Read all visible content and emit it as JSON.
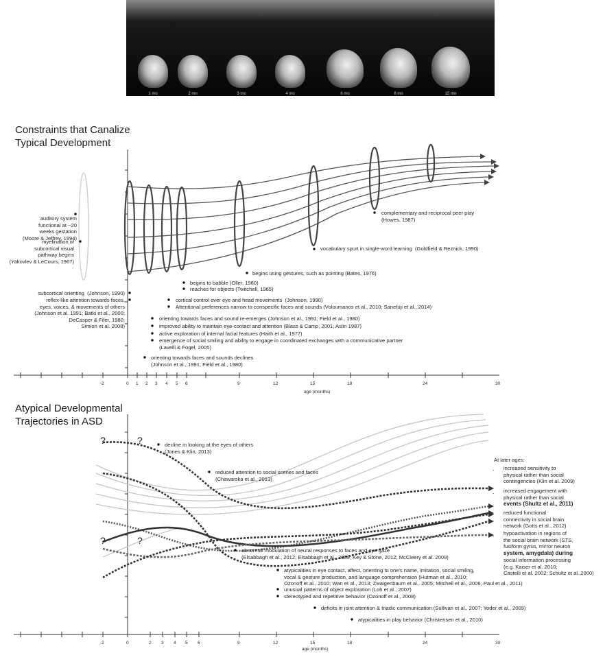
{
  "mri": {
    "labels": [
      "1 mo",
      "2 mo",
      "3 mo",
      "4 mo",
      "6 mo",
      "8 mo",
      "15 mo"
    ]
  },
  "top": {
    "title_line1": "Constraints that Canalize",
    "title_line2": "Typical Development",
    "axis_title": "age (months)",
    "ticks": [
      "-2",
      "0",
      "1",
      "2",
      "3",
      "4",
      "5",
      "6",
      "9",
      "12",
      "15",
      "18",
      "24",
      "30"
    ],
    "notes": {
      "auditory": "auditory system\nfunctional at ~20\nweeks gestation\n(Moore & Jeffrey, 1994)",
      "myelination": "myelination of\nsubcortical visual\npathway begins\n(Yakovlev & LeCours, 1967)",
      "subcortical": "subcortical orienting  (Johnson, 1990)",
      "reflex": "reflex-like attention towards faces,\neyes, voices, & movements of others\n(Johnson et al. 1991; Batki et al., 2000;\nDeCasper & Fifer, 1980;\nSimion et al. 2008)",
      "peer_play": "complementary and reciprocal peer play\n(Howes, 1987)",
      "vocab": "vocabulary spurt in single-word learning  (Goldfield & Reznick, 1990)",
      "gestures": "begins using gestures, such as pointing (Bates, 1976)",
      "babble": "begins to babble (Oller, 1980)",
      "reaches": "reaches for objects (Twitchell, 1965)",
      "cortical": "cortical control over eye and head movements  (Johnson, 1990)",
      "attentional": "Attentional preferences narrow to conspecific faces and sounds (Voloumanos et al., 2010; Sanefuji et al., 2014)",
      "reemerges": "orienting towards faces and sound re-emerges (Johnson et al., 1991; Field et al., 1980)",
      "eye_contact": "improved ability to maintain eye-contact and attention (Blass & Camp, 2001; Aslin 1987)",
      "exploration": "active exploration of internal facial features (Haith et al., 1977)",
      "smiling": "emergence of social smiling and ability to engage in coordinated exchanges with a communicative partner\n(Lavelli & Fogel, 2005)",
      "declines": "orienting towards faces and sounds declines\n(Johnson et al., 1991; Field et al., 1980)"
    }
  },
  "bottom": {
    "title_line1": "Atypical Developmental",
    "title_line2": "Trajectories in ASD",
    "axis_title": "age (months)",
    "question_mark": "?",
    "ticks": [
      "-2",
      "0",
      "2",
      "3",
      "4",
      "5",
      "6",
      "9",
      "12",
      "15",
      "18",
      "24",
      "30"
    ],
    "notes": {
      "decline_eyes": "decline in looking at the eyes of others\n(Jones & Klin, 2013)",
      "reduced_attention": "reduced attention to social scenes and faces\n(Chawarska et al., 2013)",
      "abnormal": "abnormal modulation of neural responses to faces and eye gaze\n(Elsabbagh et al., 2012; Elsabbagh et al., 2009; Key & Stone, 2012; McCleery et al. 2009)",
      "atypicalities": "atypicalities in eye contact, affect, orienting to one's name, imitation, social smiling,\nvocal & gesture production, and language comprehension (Hutman et al., 2010;\nOzonoff et al., 2010; Wan et al., 2013; Zwaigenbaum et al., 2005; Mitchell et al., 2006; Paul et al., 2011)",
      "object": "unusual patterns of object exploration (Loh et al., 2007)",
      "stereotyped": "stereotyped and repetitive behavior (Ozonoff et al., 2008)",
      "joint": "deficits in joint attention & triadic communication (Sullivan et al., 2007; Yoder et al., 2009)",
      "play": "atypicalities in play behavior (Christensen et al., 2010)"
    },
    "later": {
      "heading": "At later ages:",
      "item1": "increased sensitivity to\nphysical rather than social\ncontingencies (Klin et al. 2009)",
      "item2_a": "increased engagement with\nphysical rather than social",
      "item2_b": "events (Shultz et al., 2011)",
      "item3": "reduced functional\nconnectivity in social brain\nnetwork (Gotts et al., 2012)",
      "item4_a": "hypoactivation in regions of\nthe social brain network (STS,\nfusiform gyrus, mirror neuron",
      "item4_b": "system, amygdala) during",
      "item4_c": "social information processing\n(e.g. Kaiser et al. 2010;\nCastelli et al. 2002; Schultz et al.,2000)",
      "dash": "-"
    }
  }
}
